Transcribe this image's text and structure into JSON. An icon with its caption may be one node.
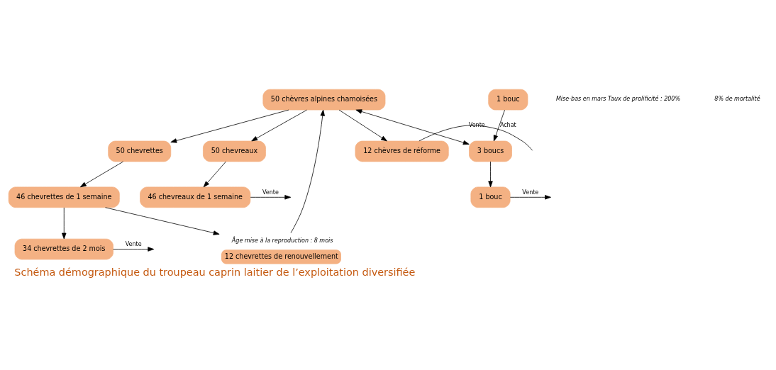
{
  "diagram": {
    "title": "Schéma démographique du troupeau caprin laitier de l’exploitation diversifiée",
    "nodes": [
      {
        "text": [
          "50 chèvres alpines chamoisées"
        ]
      },
      {
        "text": [
          "12 chèvres de réforme"
        ]
      },
      {
        "text": [
          "3 boucs"
        ]
      },
      {
        "text": [
          "1 bouc"
        ]
      },
      {
        "text": [
          "1 bouc"
        ]
      },
      {
        "text": [
          "50 chevrettes"
        ]
      },
      {
        "text": [
          "50 chevreaux"
        ]
      },
      {
        "text": [
          "12 chevrettes de renouvellement"
        ],
        "beside": [
          "Âge mise à la reproduction : 8 mois"
        ]
      },
      {
        "text": [
          "46 chevrettes de 1 semaine"
        ]
      },
      {
        "text": [
          "46 chevreaux de 1 semaine"
        ]
      },
      {
        "text": [
          "34 chevrettes de 2 mois"
        ]
      }
    ],
    "edges": [
      {
        "from": 0,
        "to": 1,
        "arrow": "to"
      },
      {
        "from": 0,
        "to": 2,
        "arrow": "both"
      },
      {
        "from": 3,
        "to": 2,
        "arrow": "to",
        "label": "Achat"
      },
      {
        "from": 2,
        "to": 4,
        "arrow": "to"
      },
      {
        "from": 1,
        "to": null,
        "arrow": "none",
        "label": "Vente"
      },
      {
        "from": 4,
        "to": null,
        "arrow": "to",
        "label": "Vente"
      },
      {
        "from": 0,
        "to": 5,
        "arrow": "to"
      },
      {
        "from": 0,
        "to": 6,
        "arrow": "to"
      },
      {
        "from": 5,
        "to": 8,
        "arrow": "to"
      },
      {
        "from": 6,
        "to": 9,
        "arrow": "to"
      },
      {
        "from": 8,
        "to": 7,
        "arrow": "to"
      },
      {
        "from": 7,
        "to": 0,
        "arrow": "to"
      },
      {
        "from": 8,
        "to": 10,
        "arrow": "to"
      },
      {
        "from": 9,
        "to": null,
        "arrow": "to",
        "label": "Vente"
      },
      {
        "from": 10,
        "to": null,
        "arrow": "to",
        "label": "Vente"
      }
    ],
    "labels": [
      "Mise-bas en mars Taux de prolificité : 200%",
      "8% de mortalité"
    ]
  }
}
